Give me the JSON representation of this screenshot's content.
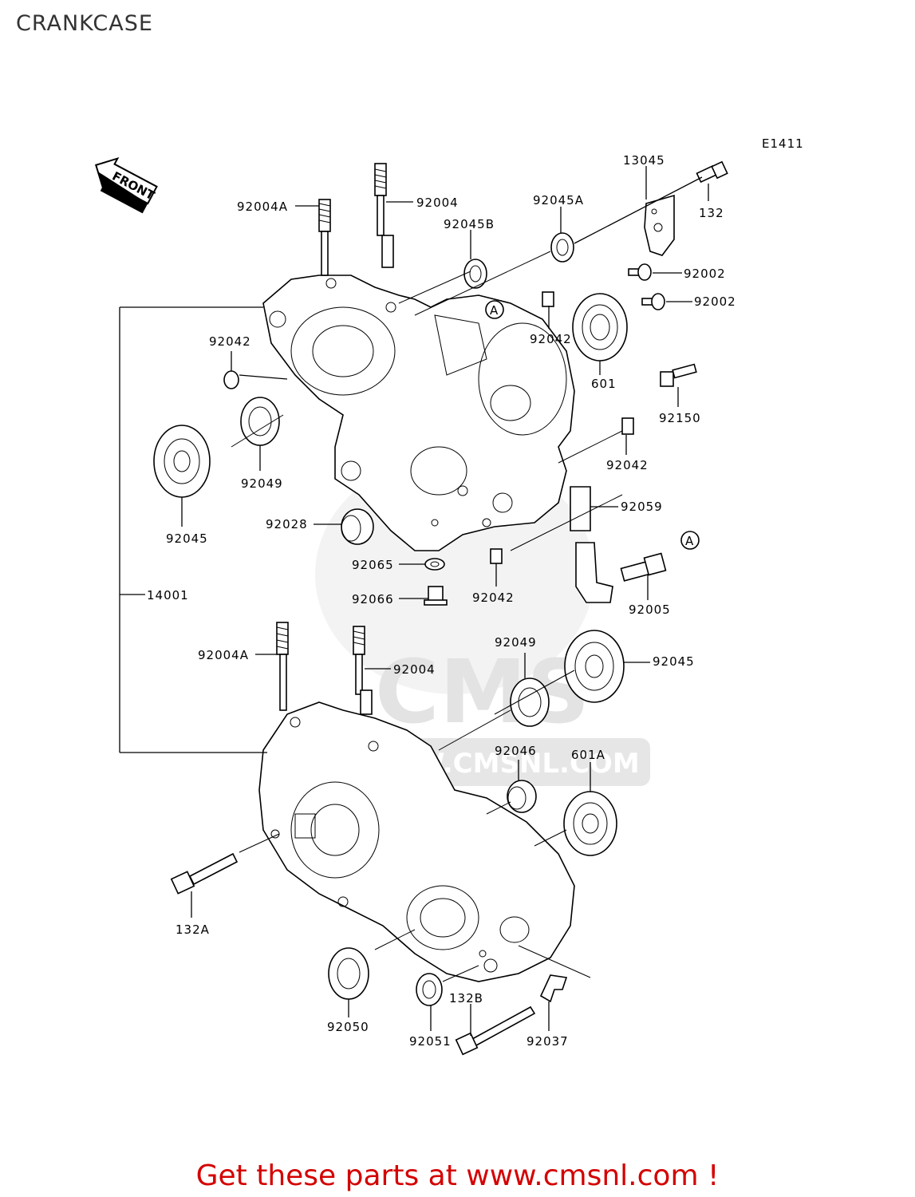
{
  "page": {
    "title": "CRANKCASE",
    "diagram_code": "E1411",
    "front_label": "FRONT",
    "watermark_text": "CMS",
    "watermark_url": "WWW.CMSNL.COM",
    "cta": "Get these parts at www.cmsnl.com !"
  },
  "callouts": {
    "c92004A_top": "92004A",
    "c92004_top": "92004",
    "c92045B": "92045B",
    "c92045A": "92045A",
    "c13045": "13045",
    "c132": "132",
    "c92002_a": "92002",
    "c92002_b": "92002",
    "c92042_left": "92042",
    "c92042_mid": "92042",
    "c601": "601",
    "c92150": "92150",
    "c92049_top": "92049",
    "c92045_left": "92045",
    "c92042_right": "92042",
    "c92059": "92059",
    "c92028": "92028",
    "c92065": "92065",
    "c92042_low": "92042",
    "c92066": "92066",
    "c92005": "92005",
    "c14001": "14001",
    "c92004A_bot": "92004A",
    "c92004_bot": "92004",
    "c92049_bot": "92049",
    "c92045_right": "92045",
    "c92046": "92046",
    "c601A": "601A",
    "c132A": "132A",
    "c92050": "92050",
    "c132B": "132B",
    "c92051": "92051",
    "c92037": "92037",
    "ref_A1": "A",
    "ref_A2": "A"
  }
}
